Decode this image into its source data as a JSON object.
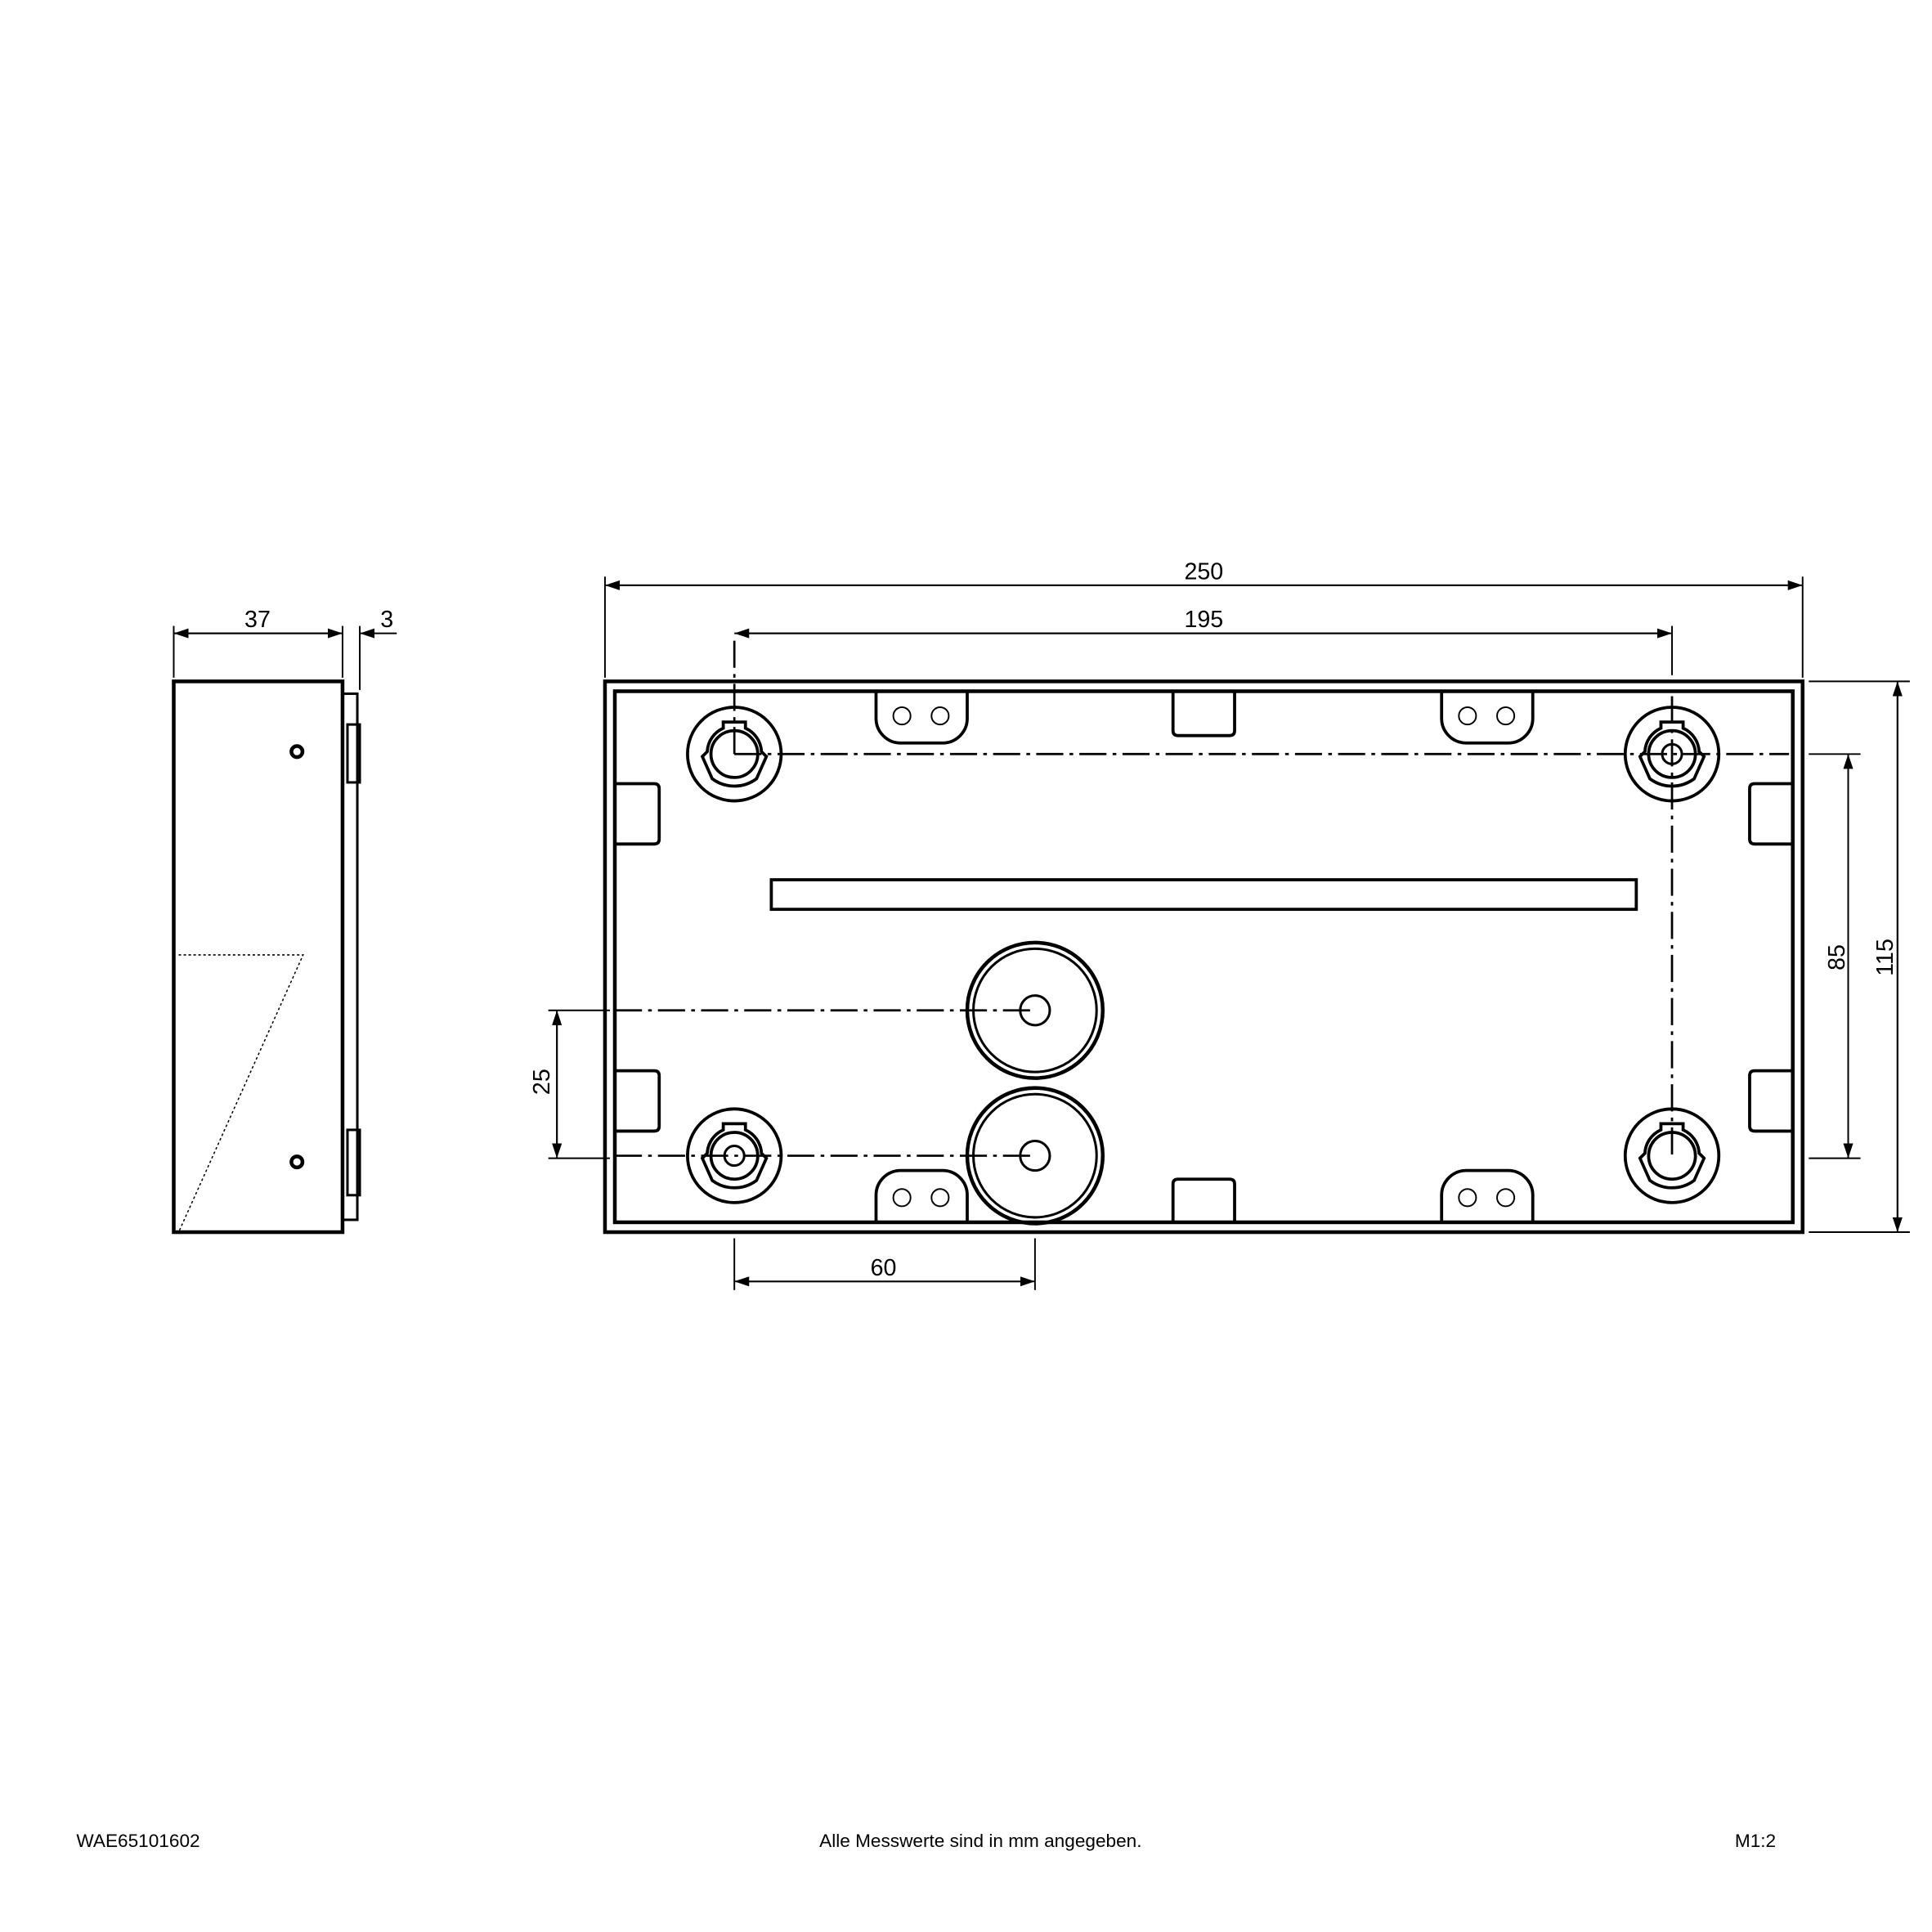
{
  "drawing": {
    "side_view": {
      "depth_label": "37",
      "cover_label": "3"
    },
    "front_view": {
      "width_label": "250",
      "hole_spacing_x_label": "195",
      "height_label": "115",
      "hole_spacing_y_label": "85",
      "entry_spacing_label": "25",
      "entry_offset_label": "60"
    }
  },
  "footer": {
    "article_number": "WAE65101602",
    "note": "Alle Messwerte sind in mm angegeben.",
    "scale": "M1:2"
  }
}
